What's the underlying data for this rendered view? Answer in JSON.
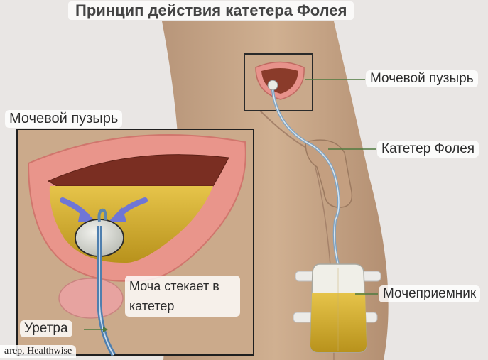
{
  "title": "Принцип действия  катетера Фолея",
  "labels": {
    "bladder_right": "Мочевой пузырь",
    "catheter": "Катетер Фолея",
    "bag": "Мочеприемник",
    "bladder_inset": "Мочевой пузырь",
    "urine_flow": "Моча стекает в катетер",
    "urethra": "Уретра"
  },
  "credit": "атер, Healthwise",
  "colors": {
    "background": "#e9e6e4",
    "skin": "#c9a98b",
    "bladder_tissue": "#e9958b",
    "urine": "#d8b531",
    "catheter": "#8fb3d1",
    "arrow": "#6f76d6",
    "leader_line": "#4f7a3f"
  }
}
